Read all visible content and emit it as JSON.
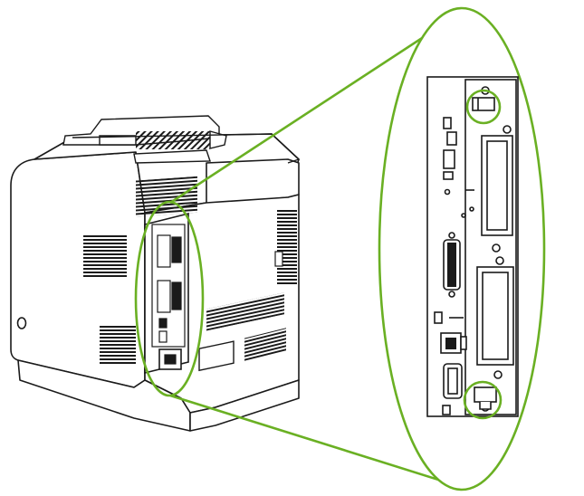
{
  "figure": {
    "subject": "printer-rear-io-panel-callout",
    "colors": {
      "accent": "#6ab023",
      "line": "#1a1a1a",
      "fill": "#ffffff"
    },
    "callout": {
      "circled_features": [
        "top-panel-latch",
        "bottom-panel-latch"
      ]
    }
  }
}
